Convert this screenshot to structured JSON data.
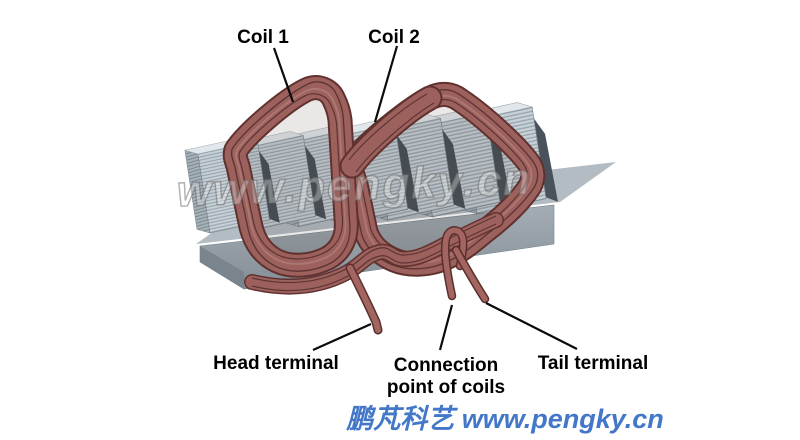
{
  "labels": {
    "coil1": "Coil 1",
    "coil2": "Coil 2",
    "head_terminal": "Head terminal",
    "connection_point_line1": "Connection",
    "connection_point_line2": "point of coils",
    "tail_terminal": "Tail terminal"
  },
  "watermark": "www.pengky.cn",
  "footer": {
    "text": "鹏芃科艺 www.pengky.cn",
    "color": "#4377c8"
  },
  "colors": {
    "coil_body": "#9c615d",
    "coil_outline": "#60312f",
    "coil_strand": "#5e3432",
    "coil_highlight": "#b27d77",
    "core_lamination_light": "#c7d0d6",
    "core_lamination_stripe": "#97a4ac",
    "core_slot_shadow": "#49525a",
    "core_base": "#99a2aa",
    "label_text": "#000000",
    "background": "#ffffff"
  }
}
